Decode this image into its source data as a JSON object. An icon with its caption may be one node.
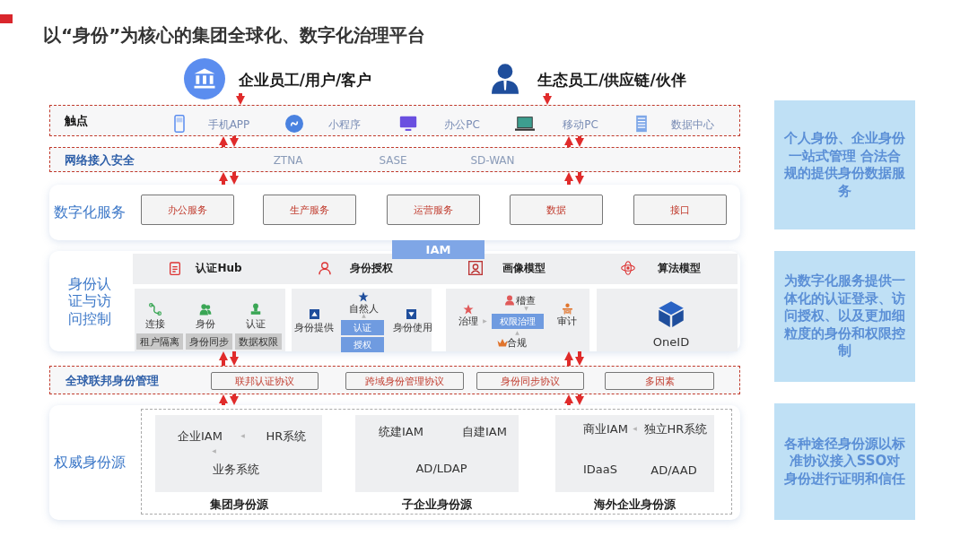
{
  "diagram": {
    "title": "以“身份”为核心的集团全球化、数字化治理平台",
    "nodes": [
      {
        "text": [
          "企业员工/用户/客户"
        ]
      },
      {
        "text": [
          "生态员工/供应链/伙伴"
        ]
      },
      {
        "text": [
          "触点",
          "手机APP",
          "小程序",
          "办公PC",
          "移动PC",
          "数据中心"
        ]
      },
      {
        "text": [
          "网络接入安全",
          "ZTNA",
          "SASE",
          "SD-WAN"
        ]
      },
      {
        "text": [
          "数字化服务"
        ]
      },
      {
        "text": [
          "办公服务"
        ],
        "in": 4
      },
      {
        "text": [
          "生产服务"
        ],
        "in": 4
      },
      {
        "text": [
          "运营服务"
        ],
        "in": 4
      },
      {
        "text": [
          "数据"
        ],
        "in": 4
      },
      {
        "text": [
          "接口"
        ],
        "in": 4
      },
      {
        "text": [
          "身份认证与访问控制"
        ]
      },
      {
        "text": [
          "IAM"
        ]
      },
      {
        "text": [
          "认证Hub",
          "身份授权",
          "画像模型",
          "算法模型"
        ],
        "in": 10
      },
      {
        "text": [
          "连接",
          "身份",
          "认证"
        ],
        "in": 10
      },
      {
        "text": [
          "租户隔离"
        ],
        "in": 13
      },
      {
        "text": [
          "身份同步"
        ],
        "in": 13
      },
      {
        "text": [
          "数据权限"
        ],
        "in": 13
      },
      {
        "text": [
          "自然人",
          "身份提供",
          "身份使用"
        ],
        "in": 10
      },
      {
        "text": [
          "认证"
        ],
        "in": 17
      },
      {
        "text": [
          "授权"
        ],
        "in": 17
      },
      {
        "text": [
          "稽查",
          "治理",
          "审计",
          "合规"
        ],
        "in": 10
      },
      {
        "text": [
          "权限治理"
        ],
        "in": 20
      },
      {
        "text": [
          "OneID"
        ],
        "in": 10
      },
      {
        "text": [
          "全球联邦身份管理"
        ]
      },
      {
        "text": [
          "联邦认证协议"
        ],
        "in": 23
      },
      {
        "text": [
          "跨域身份管理协议"
        ],
        "in": 23
      },
      {
        "text": [
          "身份同步协议"
        ],
        "in": 23
      },
      {
        "text": [
          "多因素"
        ],
        "in": 23
      },
      {
        "text": [
          "权威身份源"
        ]
      },
      {
        "text": [],
        "shape": "box",
        "in": 28
      },
      {
        "text": [
          "企业IAM",
          "HR系统",
          "业务系统",
          "集团身份源"
        ],
        "in": 29
      },
      {
        "text": [
          "统建IAM",
          "自建IAM",
          "AD/LDAP",
          "子企业身份源"
        ],
        "in": 29
      },
      {
        "text": [
          "商业IAM",
          "独立HR系统",
          "IDaaS",
          "AD/AAD",
          "海外企业身份源"
        ],
        "in": 29
      },
      {
        "text": [
          "个人身份、企业身份一站式管理 合法合规的提供身份数据服务"
        ]
      },
      {
        "text": [
          "为数字化服务提供一体化的认证登录、访问授权、以及更加细粒度的身份和权限控制"
        ]
      },
      {
        "text": [
          "各种途径身份源以标准协议接入SSO对身份进行证明和信任"
        ]
      }
    ],
    "edges": [
      {
        "from": 0,
        "to": 2,
        "arrow": "to"
      },
      {
        "from": 1,
        "to": 2,
        "arrow": "to"
      },
      {
        "from": 3,
        "to": 2,
        "arrow": "to"
      },
      {
        "from": 2,
        "to": 3,
        "arrow": "to"
      },
      {
        "from": 3,
        "to": 2,
        "arrow": "to"
      },
      {
        "from": 2,
        "to": 3,
        "arrow": "to"
      },
      {
        "from": 4,
        "to": 3,
        "arrow": "to"
      },
      {
        "from": 3,
        "to": 4,
        "arrow": "to"
      },
      {
        "from": 4,
        "to": 3,
        "arrow": "to"
      },
      {
        "from": 3,
        "to": 4,
        "arrow": "to"
      },
      {
        "from": 23,
        "to": 10,
        "arrow": "to"
      },
      {
        "from": 10,
        "to": 23,
        "arrow": "to"
      },
      {
        "from": 23,
        "to": 10,
        "arrow": "to"
      },
      {
        "from": 10,
        "to": 23,
        "arrow": "to"
      },
      {
        "from": 28,
        "to": 23,
        "arrow": "to"
      },
      {
        "from": 23,
        "to": 28,
        "arrow": "to"
      },
      {
        "from": 28,
        "to": 23,
        "arrow": "to"
      },
      {
        "from": 23,
        "to": 28,
        "arrow": "to"
      }
    ]
  }
}
